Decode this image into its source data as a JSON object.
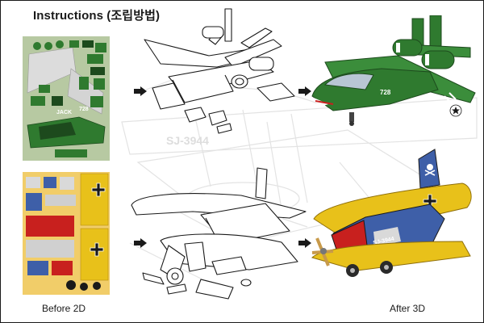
{
  "title": "Instructions (조립방법)",
  "captions": {
    "before": "Before 2D",
    "after": "After 3D"
  },
  "jet": {
    "sheet_labels": [
      "JACK",
      "728"
    ],
    "model_labels": [
      "728"
    ]
  },
  "biplane": {
    "model_labels": [
      "SJ-3944"
    ]
  },
  "background_labels": [
    "SJ-3944"
  ],
  "icons": [
    "arrow-right-icon",
    "skull-crossbones-icon",
    "iron-cross-icon",
    "star-insignia-icon"
  ],
  "colors": {
    "jet_green": "#2f7a2f",
    "jet_dark": "#1d4a1d",
    "biplane_yellow": "#e8c11a",
    "biplane_red": "#c8201e",
    "biplane_blue": "#3e5fa8",
    "sheet_bg_jet": "#b7c9a2",
    "sheet_bg_biplane": "#f1cd69"
  }
}
